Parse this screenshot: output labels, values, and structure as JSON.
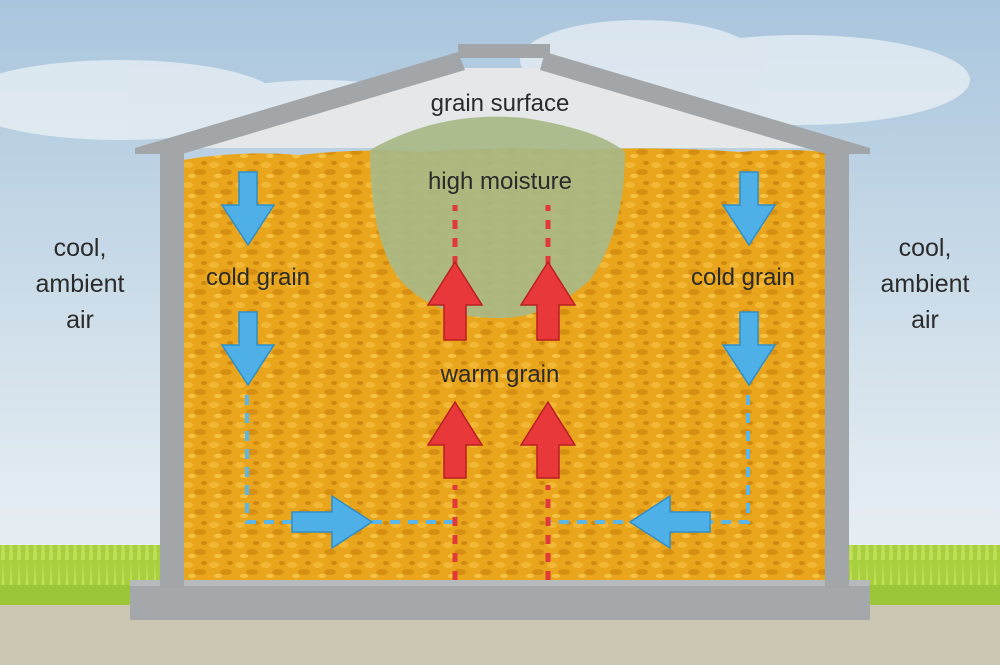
{
  "labels": {
    "grain_surface": "grain surface",
    "high_moisture": "high moisture",
    "cold_grain_left": "cold grain",
    "cold_grain_right": "cold grain",
    "warm_grain": "warm grain",
    "left_air": [
      "cool,",
      "ambient",
      "air"
    ],
    "right_air": [
      "cool,",
      "ambient",
      "air"
    ]
  },
  "colors": {
    "sky_top": "#aac6de",
    "sky_bottom": "#f2f6f8",
    "grain": "#e8a51c",
    "grain_dark": "#d28d10",
    "moisture": "#a9b886",
    "wall": "#a3a6a8",
    "roof_inner": "#e6e8ea",
    "cold_arrow": "#4fb0e8",
    "warm_arrow": "#e8383a",
    "grass": "#a6cf3c",
    "ground": "#c9c6b2"
  },
  "flows": {
    "cold": "downward along walls, then inward at the floor",
    "warm": "upward through the center toward the high moisture zone"
  }
}
